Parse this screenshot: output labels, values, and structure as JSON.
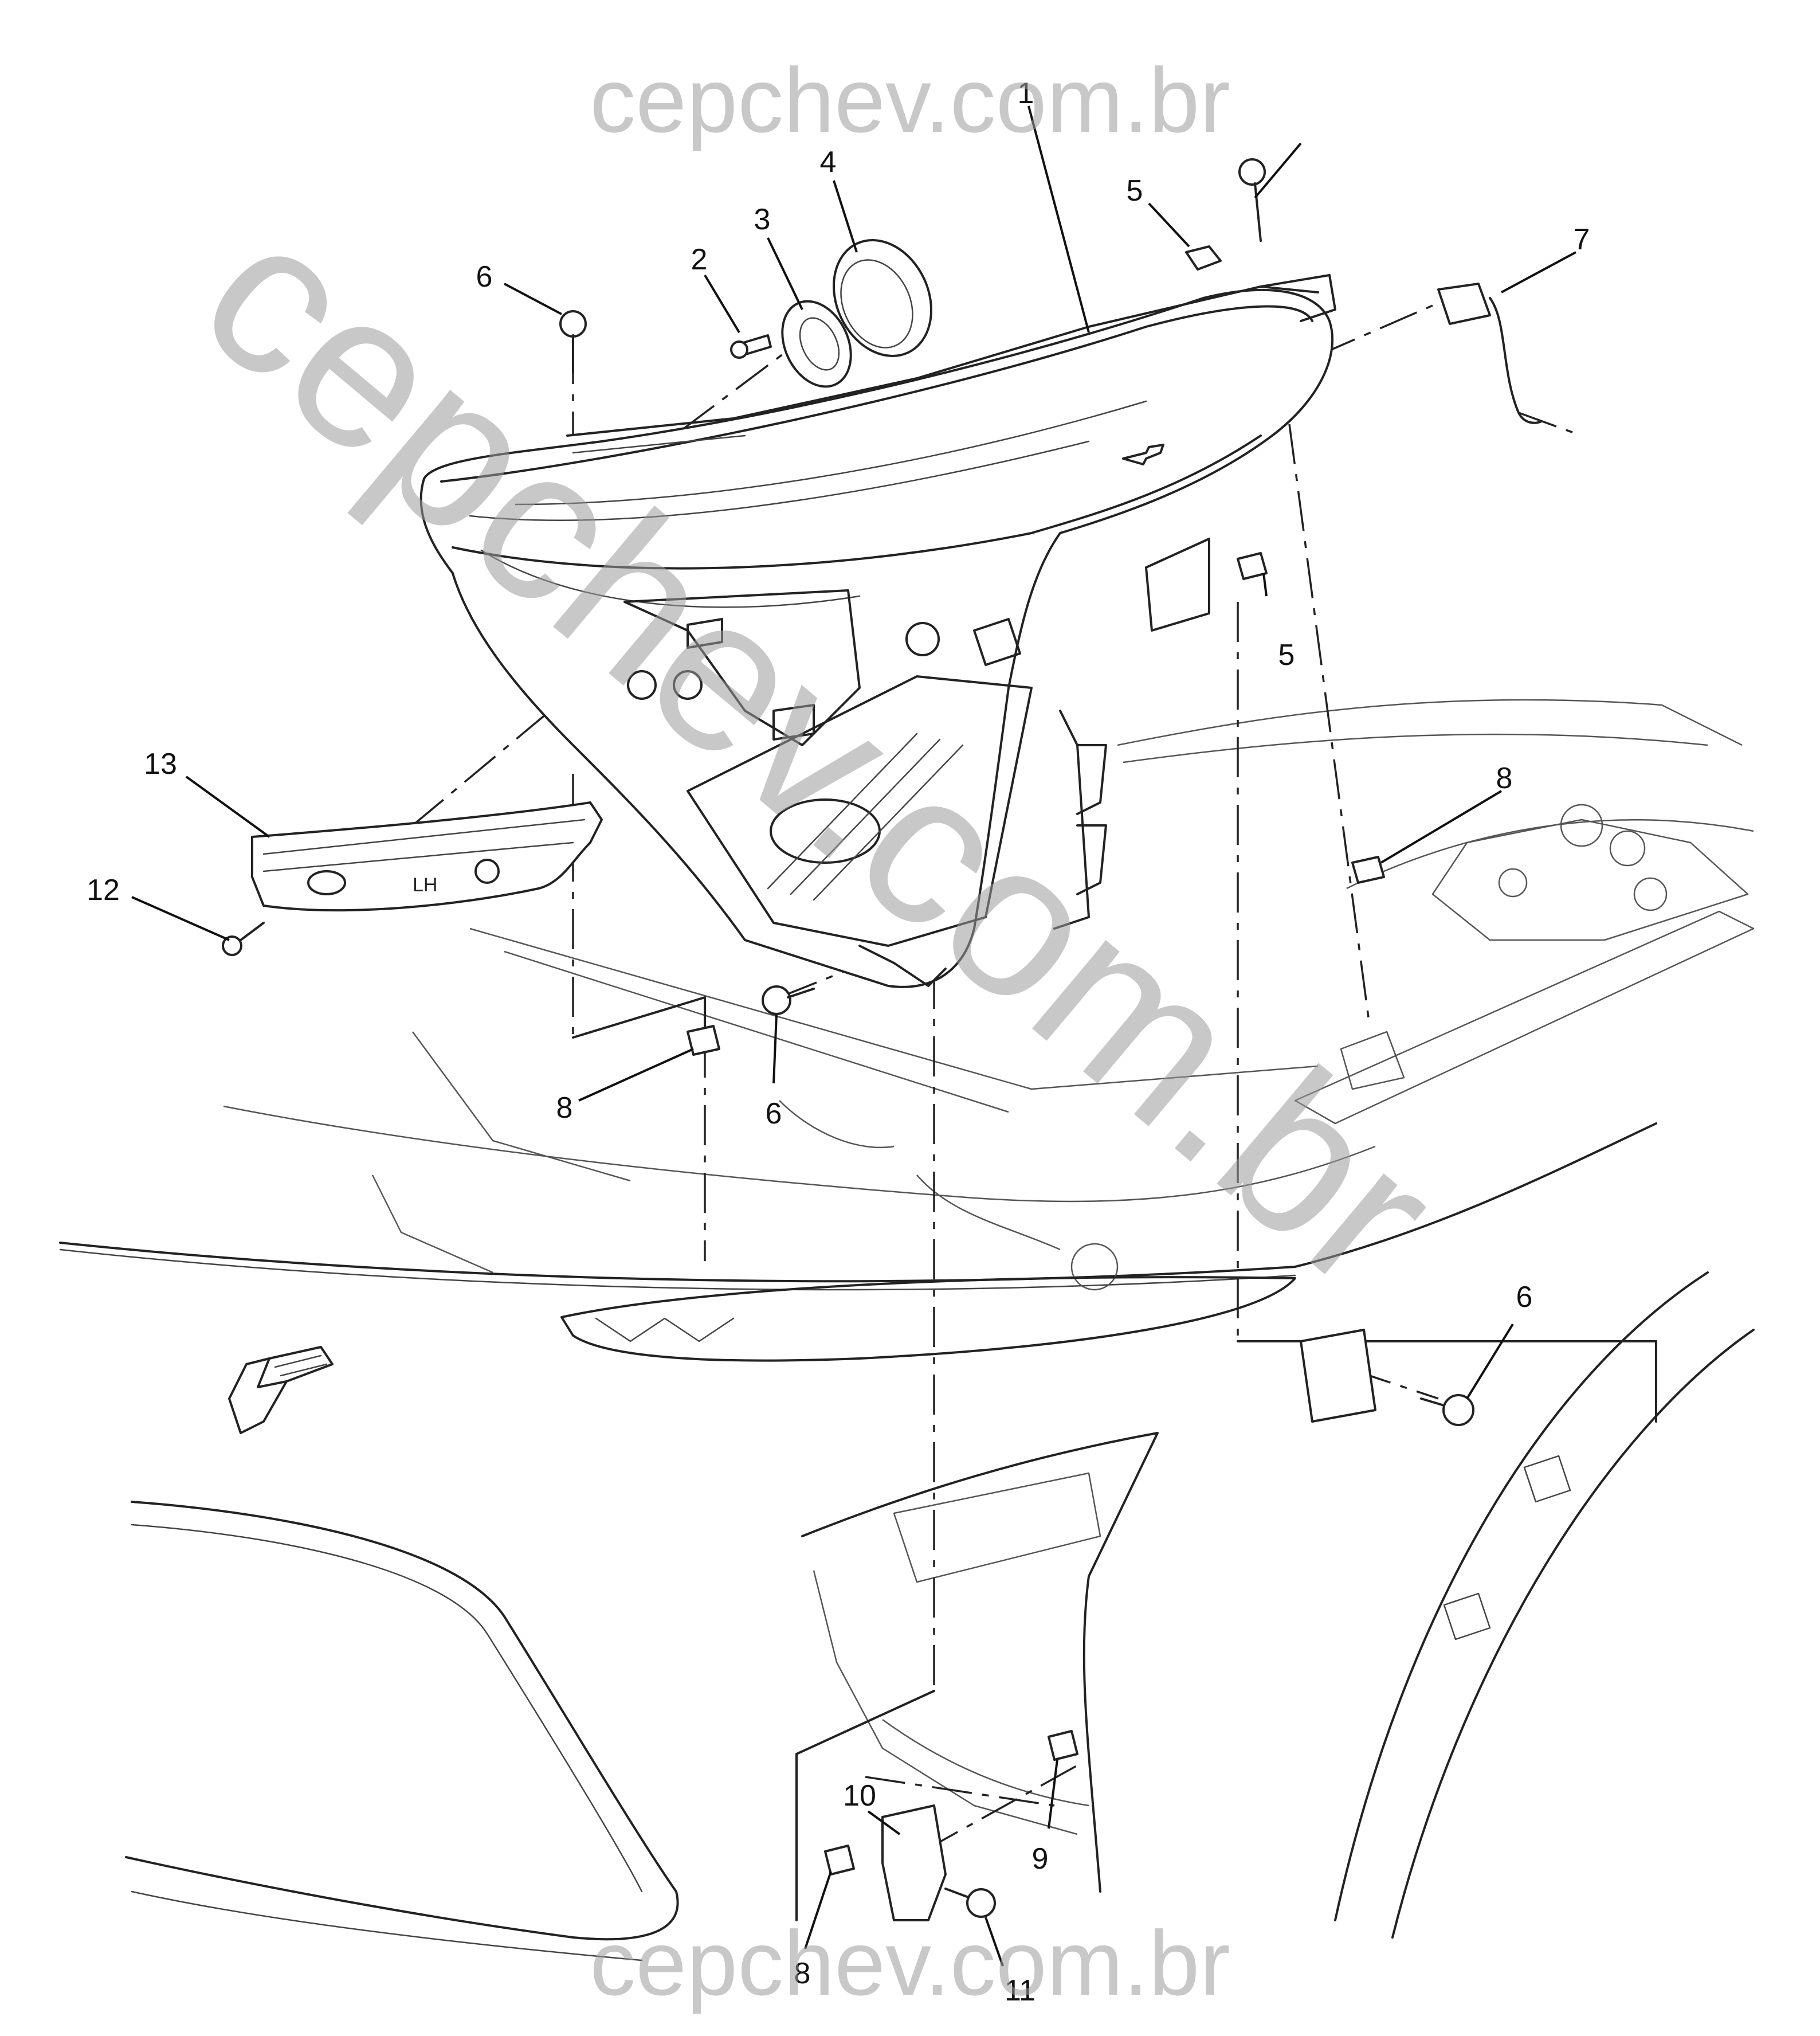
{
  "watermark": {
    "top": "cepchev.com.br",
    "bottom": "cepchev.com.br",
    "diagonal": "cepchev.com.br"
  },
  "callouts": [
    {
      "id": "c1a",
      "label": "1"
    },
    {
      "id": "c2",
      "label": "2"
    },
    {
      "id": "c3",
      "label": "3"
    },
    {
      "id": "c4",
      "label": "4"
    },
    {
      "id": "c5a",
      "label": "5"
    },
    {
      "id": "c5b",
      "label": "5"
    },
    {
      "id": "c6a",
      "label": "6"
    },
    {
      "id": "c6b",
      "label": "6"
    },
    {
      "id": "c6c",
      "label": "6"
    },
    {
      "id": "c7",
      "label": "7"
    },
    {
      "id": "c8a",
      "label": "8"
    },
    {
      "id": "c8b",
      "label": "8"
    },
    {
      "id": "c8c",
      "label": "8"
    },
    {
      "id": "c9",
      "label": "9"
    },
    {
      "id": "c10",
      "label": "10"
    },
    {
      "id": "c11",
      "label": "11"
    },
    {
      "id": "c12",
      "label": "12"
    },
    {
      "id": "c13",
      "label": "13"
    }
  ],
  "bracket_marking": "LH",
  "icons": {
    "front_arrow": "front-direction-arrow-icon",
    "emblem": "bowtie-emblem-icon"
  },
  "colors": {
    "line": "#222222",
    "watermark": "#9a9a9a",
    "background": "#ffffff"
  }
}
